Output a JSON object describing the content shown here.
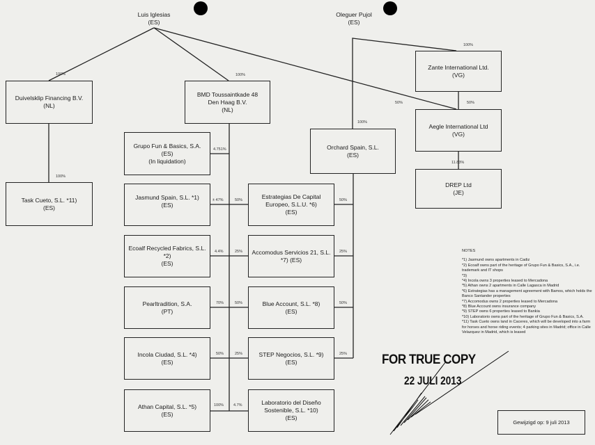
{
  "owners": [
    {
      "name": "Luis Iglesias",
      "country": "(ES)"
    },
    {
      "name": "Oleguer Pujol",
      "country": "(ES)"
    }
  ],
  "entities": {
    "duivelsklip": [
      "Duivelsklip Financing B.V.",
      "(NL)"
    ],
    "bmd": [
      "BMD Toussaintkade 48",
      "Den Haag B.V.",
      "(NL)"
    ],
    "zante": [
      "Zante International Ltd.",
      "(VG)"
    ],
    "aegle": [
      "Aegle International Ltd",
      "(VG)"
    ],
    "drep": [
      "DREP Ltd",
      "(JE)"
    ],
    "task_cueto": [
      "Task Cueto, S.L. *11)",
      "(ES)"
    ],
    "orchard": [
      "Orchard Spain, S.L.",
      "(ES)"
    ],
    "grupo_fun": [
      "Grupo Fun & Basics, S.A.",
      "(ES)",
      "(In liquidation)"
    ],
    "jasmund": [
      "Jasmund Spain, S.L. *1)",
      "(ES)"
    ],
    "ecoalf": [
      "Ecoalf Recycled Fabrics, S.L.",
      "*2)",
      "(ES)"
    ],
    "pearltradition": [
      "Pearltradition, S.A.",
      "(PT)"
    ],
    "incola": [
      "Incola Ciudad, S.L. *4)",
      "(ES)"
    ],
    "athan": [
      "Athan Capital, S.L. *5)",
      "(ES)"
    ],
    "estrategias": [
      "Estrategias De Capital",
      "Europeo, S.L.U. *6)",
      "(ES)"
    ],
    "accomodus": [
      "Accomodus Servicios 21, S.L.",
      "*7) (ES)"
    ],
    "blue_account": [
      "Blue Account, S.L. *8)",
      "(ES)"
    ],
    "step": [
      "STEP Negocios, S.L. *9)",
      "(ES)"
    ],
    "laboratorio": [
      "Laboratorio del Diseño",
      "Sostenible, S.L. *10)",
      "(ES)"
    ]
  },
  "percentages": {
    "luis_duivelsklip": "100%",
    "luis_bmd": "100%",
    "luis_aegle": "50%",
    "oleguer_zante": "100%",
    "oleguer_orchard": "100%",
    "zante_aegle": "50%",
    "aegle_drep": "11.83%",
    "duivelsklip_task": "100%",
    "bmd_grupo": "4.751%",
    "bmd_jasmund": "± 47%",
    "bmd_ecoalf": "4.4%",
    "bmd_pearl": "70%",
    "bmd_incola": "50%",
    "bmd_athan": "100%",
    "bmd_estrategias": "50%",
    "bmd_accomodus": "25%",
    "bmd_blue": "50%",
    "bmd_step": "25%",
    "bmd_laboratorio": "4.7%",
    "orchard_estrategias": "50%",
    "orchard_accomodus": "25%",
    "orchard_blue": "50%",
    "orchard_step": "25%"
  },
  "notes": {
    "title": "NOTES",
    "items": [
      "*1) Jasmund owns apartments in Cadiz",
      "*2) Ecoalf owns part of the heritage of Grupo Fun & Basics, S.A., i.e. trademark and IT shops",
      "*3)",
      "*4) Incola owns 3 properties leased to Mercadona",
      "*5) Athan owns 2 apartments in Calle Lagasca in Madrid",
      "*6) Estrategias has a management agreement with Bamos, which holds the Banco Santander properties",
      "*7) Accomodus owns 2 properties leased to Mercadona",
      "*8) Blue Account owns insurance company",
      "*9) STEP owns 6 properties leased to Bankia",
      "*10) Laboratorio owns part of the heritage of Grupo Fun & Basics, S.A.",
      "*11) Task Cueto owns land in Caceres, which will be developed into a farm for horses and horse riding events; 4 parking sites in Madrid; office in Calle Velazquez in Madrid, which is leased"
    ]
  },
  "stamp": {
    "line1": "FOR TRUE COPY",
    "line2": "22 JULI 2013"
  },
  "modified": "Gewijzigd op: 9 juli 2013"
}
